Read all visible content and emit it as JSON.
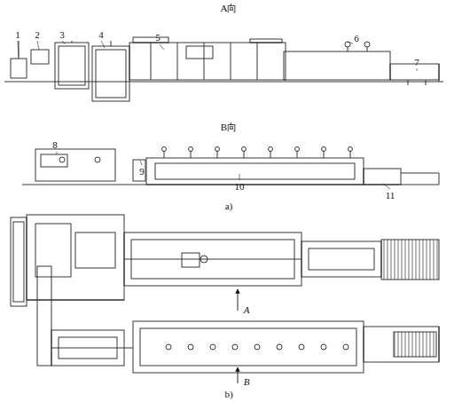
{
  "diagram": {
    "labels": [
      "A向",
      "1",
      "2",
      "3",
      "4",
      "5",
      "6",
      "7",
      "B向",
      "8",
      "9",
      "10",
      "11",
      "a)",
      "A",
      "b)",
      "B"
    ]
  }
}
